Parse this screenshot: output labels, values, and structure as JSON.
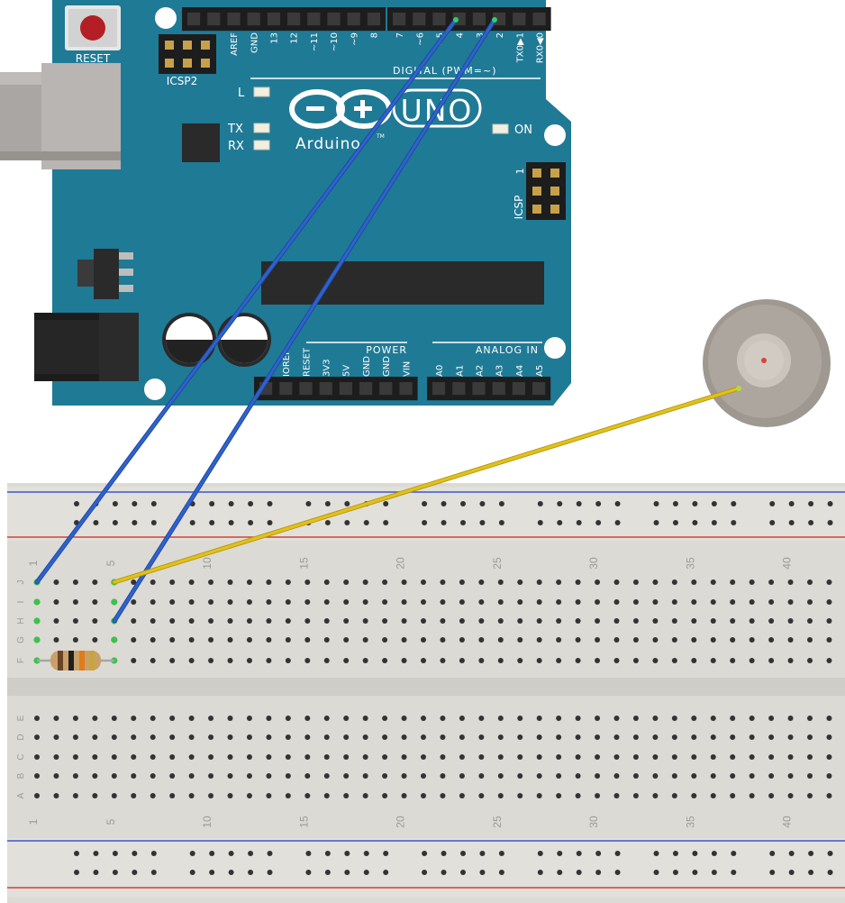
{
  "board": {
    "reset_label": "RESET",
    "icsp2_label": "ICSP2",
    "icsp_label": "ICSP",
    "icsp_pin1": "1",
    "brand_label": "Arduino",
    "tm": "TM",
    "model_label": "UNO",
    "led_l": "L",
    "led_tx": "TX",
    "led_rx": "RX",
    "led_on": "ON",
    "digital_label": "DIGITAL (PWM=~)",
    "power_label": "POWER",
    "analog_label": "ANALOG IN",
    "top_pins": [
      "AREF",
      "GND",
      "13",
      "12",
      "~11",
      "~10",
      "~9",
      "8",
      "7",
      "~6",
      "~5",
      "4",
      "~3",
      "2",
      "TX0▶1",
      "RX0◀0"
    ],
    "power_pins": [
      "IOREF",
      "RESET",
      "3V3",
      "5V",
      "GND",
      "GND",
      "VIN"
    ],
    "analog_pins": [
      "A0",
      "A1",
      "A2",
      "A3",
      "A4",
      "A5"
    ]
  },
  "breadboard": {
    "column_numbers": [
      "1",
      "5",
      "10",
      "15",
      "20",
      "25",
      "30",
      "35",
      "40"
    ],
    "top_row_letters": [
      "J",
      "I",
      "H",
      "G",
      "F"
    ],
    "bottom_row_letters": [
      "E",
      "D",
      "C",
      "B",
      "A"
    ]
  },
  "colors": {
    "board": "#1f7a96",
    "wire_blue": "#2f63c9",
    "wire_yellow": "#e2c21a",
    "breadboard": "#dcdad5",
    "rail_blue": "#3a59c7",
    "rail_red": "#d1413a"
  },
  "components": [
    "piezo-sensor",
    "resistor",
    "usb-port",
    "power-jack",
    "capacitor",
    "voltage-regulator",
    "microcontroller-chip"
  ]
}
